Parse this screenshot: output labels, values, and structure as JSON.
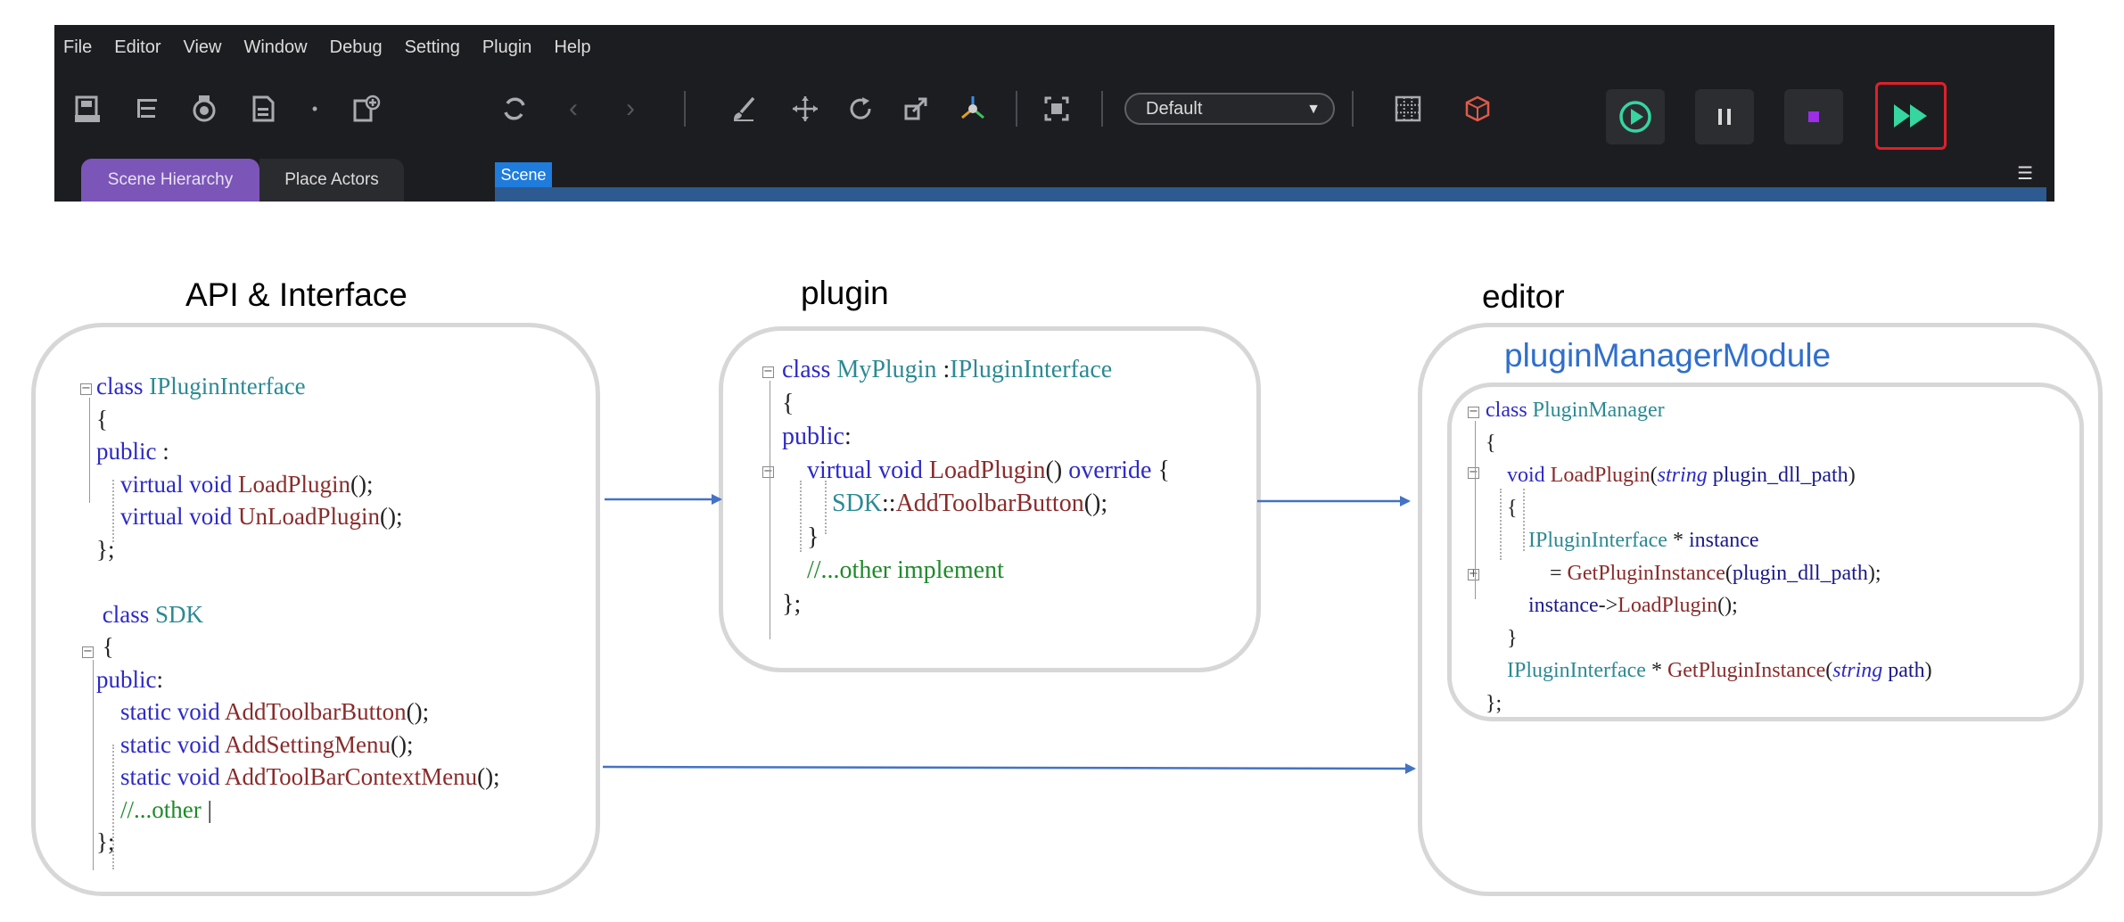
{
  "menu": [
    "File",
    "Editor",
    "View",
    "Window",
    "Debug",
    "Setting",
    "Plugin",
    "Help"
  ],
  "toolbar": {
    "dropdown_value": "Default"
  },
  "tabs": {
    "hierarchy": "Scene Hierarchy",
    "actors": "Place Actors",
    "scene": "Scene"
  },
  "diagram": {
    "api_label": "API & Interface",
    "plugin_label": "plugin",
    "editor_label": "editor",
    "module_title": "pluginManagerModule"
  },
  "colors": {
    "accent_purple": "#7b55b7",
    "scene_blue": "#1f7bdc",
    "play_green": "#35d6a0",
    "stop_purple": "#9b2ee6",
    "highlight_red": "#e0202a",
    "arrow_blue": "#4472c4"
  },
  "code": {
    "api": [
      [
        [
          "kw",
          "class "
        ],
        [
          "ty",
          "IPluginInterface"
        ]
      ],
      [
        [
          "pu",
          "{"
        ]
      ],
      [
        [
          "kw",
          "public "
        ],
        [
          "pu",
          ":"
        ]
      ],
      [
        [
          "pu",
          "    "
        ],
        [
          "kw",
          "virtual void "
        ],
        [
          "fn",
          "LoadPlugin"
        ],
        [
          "pu",
          "();"
        ]
      ],
      [
        [
          "pu",
          "    "
        ],
        [
          "kw",
          "virtual void "
        ],
        [
          "fn",
          "UnLoadPlugin"
        ],
        [
          "pu",
          "();"
        ]
      ],
      [
        [
          "pu",
          "};"
        ]
      ],
      [
        [
          "pu",
          ""
        ]
      ],
      [
        [
          "kw",
          " class "
        ],
        [
          "ty",
          "SDK"
        ]
      ],
      [
        [
          "pu",
          " {"
        ]
      ],
      [
        [
          "kw",
          "public"
        ],
        [
          "pu",
          ":"
        ]
      ],
      [
        [
          "pu",
          "    "
        ],
        [
          "kw",
          "static void "
        ],
        [
          "fn",
          "AddToolbarButton"
        ],
        [
          "pu",
          "();"
        ]
      ],
      [
        [
          "pu",
          "    "
        ],
        [
          "kw",
          "static void "
        ],
        [
          "fn",
          "AddSettingMenu"
        ],
        [
          "pu",
          "();"
        ]
      ],
      [
        [
          "pu",
          "    "
        ],
        [
          "kw",
          "static void "
        ],
        [
          "fn",
          "AddToolBarContextMenu"
        ],
        [
          "pu",
          "();"
        ]
      ],
      [
        [
          "pu",
          "    "
        ],
        [
          "cm",
          "//...other "
        ],
        [
          "pu",
          "|"
        ]
      ],
      [
        [
          "pu",
          "};"
        ]
      ]
    ],
    "plugin": [
      [
        [
          "kw",
          "class "
        ],
        [
          "ty",
          "MyPlugin "
        ],
        [
          "pu",
          ":"
        ],
        [
          "ty",
          "IPluginInterface"
        ]
      ],
      [
        [
          "pu",
          "{"
        ]
      ],
      [
        [
          "kw",
          "public"
        ],
        [
          "pu",
          ":"
        ]
      ],
      [
        [
          "pu",
          "    "
        ],
        [
          "kw",
          "virtual void "
        ],
        [
          "fn",
          "LoadPlugin"
        ],
        [
          "pu",
          "() "
        ],
        [
          "kw",
          "override "
        ],
        [
          "pu",
          "{"
        ]
      ],
      [
        [
          "pu",
          "        "
        ],
        [
          "ty",
          "SDK"
        ],
        [
          "pu",
          "::"
        ],
        [
          "fn",
          "AddToolbarButton"
        ],
        [
          "pu",
          "();"
        ]
      ],
      [
        [
          "pu",
          "    }"
        ]
      ],
      [
        [
          "pu",
          "    "
        ],
        [
          "cm",
          "//...other implement"
        ]
      ],
      [
        [
          "pu",
          "};"
        ]
      ]
    ],
    "editor": [
      [
        [
          "kw",
          "class "
        ],
        [
          "ty",
          "PluginManager"
        ]
      ],
      [
        [
          "pu",
          "{"
        ]
      ],
      [
        [
          "pu",
          "    "
        ],
        [
          "kw",
          "void "
        ],
        [
          "fn",
          "LoadPlugin"
        ],
        [
          "pu",
          "("
        ],
        [
          "ar",
          "string "
        ],
        [
          "pl",
          "plugin_dll_path"
        ],
        [
          "pu",
          ")"
        ]
      ],
      [
        [
          "pu",
          "    {"
        ]
      ],
      [
        [
          "pu",
          "        "
        ],
        [
          "ty",
          "IPluginInterface "
        ],
        [
          "pu",
          "* "
        ],
        [
          "pl",
          "instance"
        ]
      ],
      [
        [
          "pu",
          "            = "
        ],
        [
          "fn",
          "GetPluginInstance"
        ],
        [
          "pu",
          "("
        ],
        [
          "pl",
          "plugin_dll_path"
        ],
        [
          "pu",
          ");"
        ]
      ],
      [
        [
          "pu",
          "        "
        ],
        [
          "pl",
          "instance"
        ],
        [
          "pu",
          "->"
        ],
        [
          "fn",
          "LoadPlugin"
        ],
        [
          "pu",
          "();"
        ]
      ],
      [
        [
          "pu",
          "    }"
        ]
      ],
      [
        [
          "pu",
          "    "
        ],
        [
          "ty",
          "IPluginInterface "
        ],
        [
          "pu",
          "* "
        ],
        [
          "fn",
          "GetPluginInstance"
        ],
        [
          "pu",
          "("
        ],
        [
          "ar",
          "string "
        ],
        [
          "pl",
          "path"
        ],
        [
          "pu",
          ")"
        ]
      ],
      [
        [
          "pu",
          "};"
        ]
      ]
    ]
  }
}
